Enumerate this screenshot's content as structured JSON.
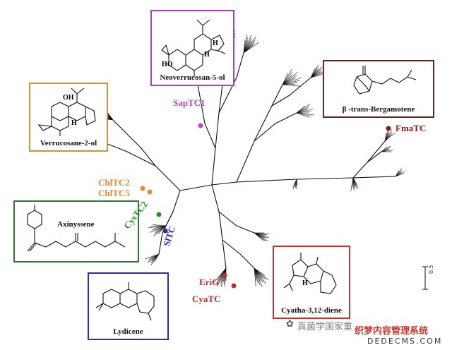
{
  "structures": {
    "neoverrucosan": {
      "name": "Neoverrucosan-5-ol",
      "color": "#b03cc8",
      "atoms": {
        "ho": "HO",
        "h1": "H",
        "h2": "H"
      }
    },
    "verrucosane": {
      "name": "Verrucosane-2-ol",
      "color": "#d4932f",
      "atoms": {
        "oh": "OH",
        "h": "H"
      }
    },
    "bergamotene": {
      "name": "β -trans-Bergamotene",
      "color": "#6b2222"
    },
    "axinyssene": {
      "name": "Axinyssene",
      "color": "#2b7a2b"
    },
    "lydicene": {
      "name": "Lydicene",
      "color": "#2e2e9c"
    },
    "cyathadiene": {
      "name": "Cyatha-3,12-diene",
      "color": "#c03030",
      "atoms": {
        "h": "H"
      }
    }
  },
  "tips": {
    "saptc1": {
      "label": "SapTC1",
      "color": "#c040c8"
    },
    "fmatc": {
      "label": "FmaTC",
      "color": "#8b1a1a"
    },
    "chltc2": {
      "label": "ChlTC2",
      "color": "#e08a35"
    },
    "chltc5": {
      "label": "ChlTC5",
      "color": "#e08a35"
    },
    "cystc2": {
      "label": "CysTC2",
      "color": "#2b8a2b"
    },
    "sltc": {
      "label": "SlTC",
      "color": "#2c2ca8"
    },
    "erig": {
      "label": "EriG",
      "color": "#c02a2a"
    },
    "cyatc": {
      "label": "CyaTC",
      "color": "#c02a2a"
    }
  },
  "scale_bar": {
    "label": "0.5"
  },
  "watermark": {
    "text": "真菌学国家重点实验室",
    "logo_text": "织梦内容管理系统",
    "logo_url": "DEDECMS.COM"
  }
}
